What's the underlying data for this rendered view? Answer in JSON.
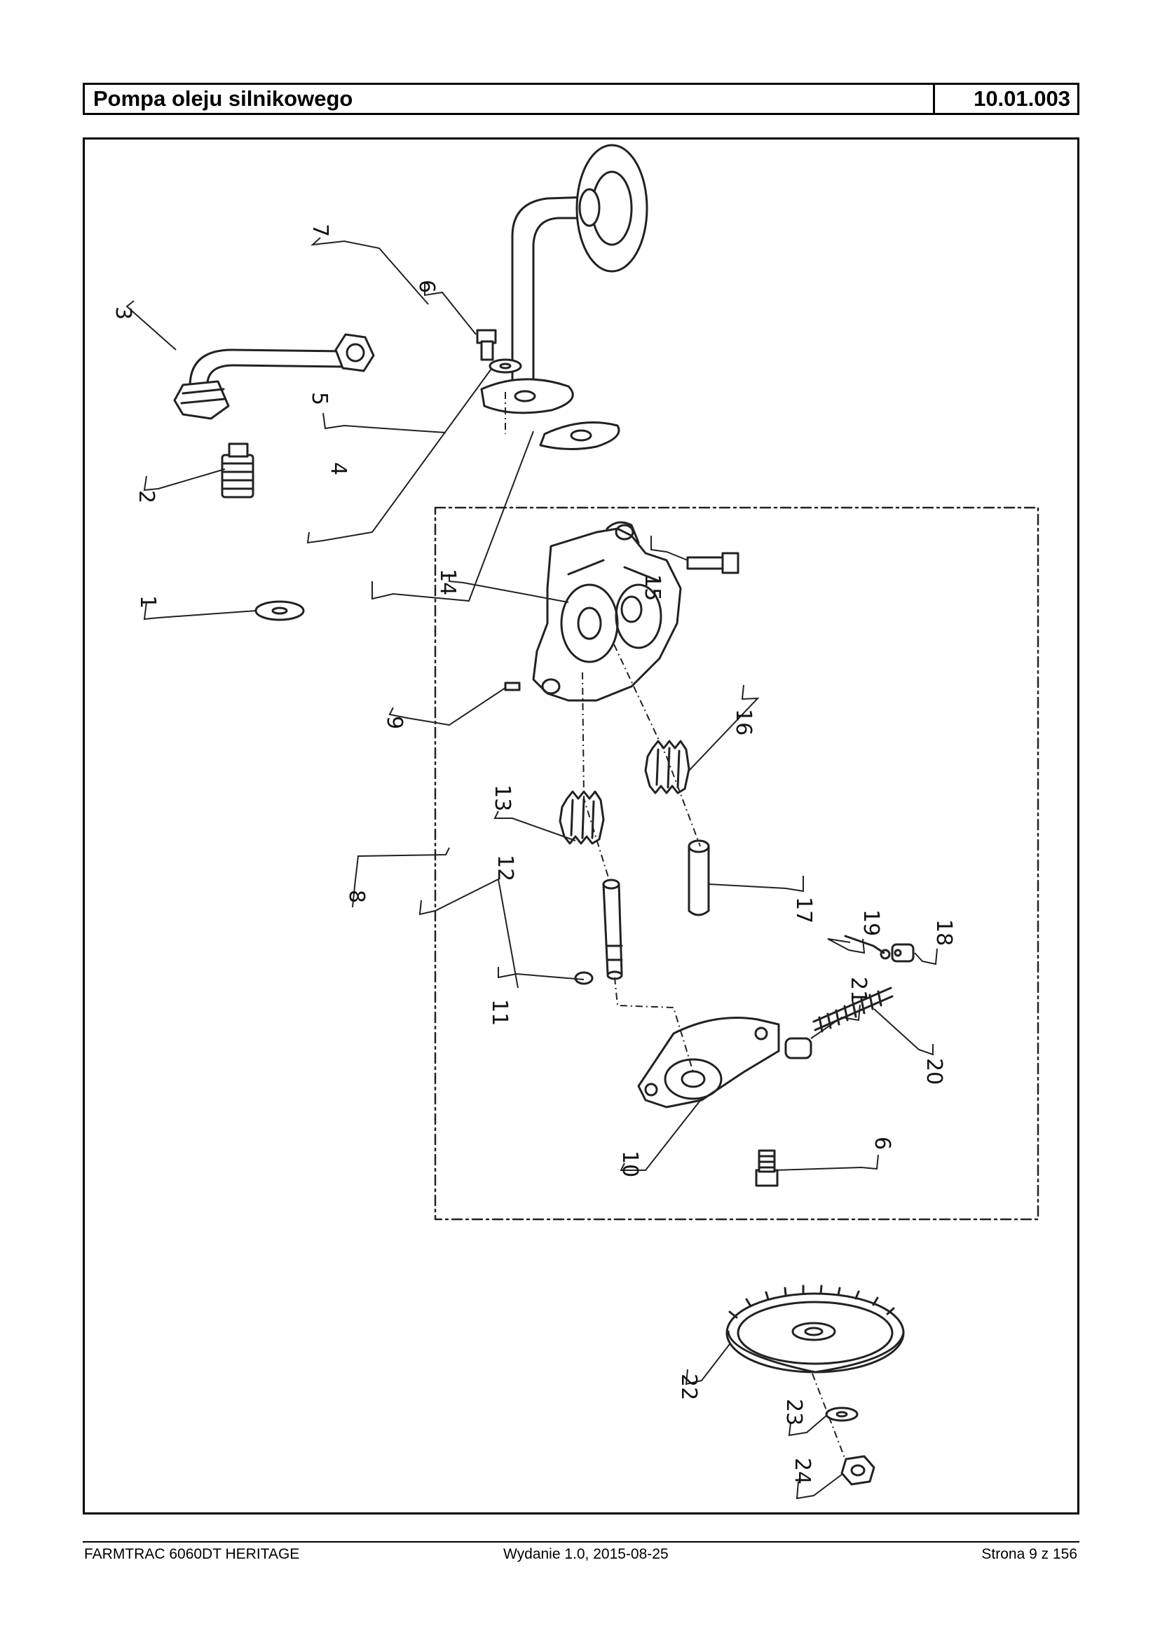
{
  "header": {
    "title": "Pompa oleju silnikowego",
    "code": "10.01.003"
  },
  "figure": {
    "callouts": [
      "1",
      "2",
      "3",
      "4",
      "5",
      "6",
      "7",
      "8",
      "9",
      "10",
      "11",
      "12",
      "13",
      "14",
      "15",
      "16",
      "17",
      "18",
      "19",
      "20",
      "21",
      "22",
      "23",
      "24",
      "6"
    ]
  },
  "footer": {
    "left": "FARMTRAC 6060DT HERITAGE",
    "center": "Wydanie 1.0,  2015-08-25",
    "right": "Strona 9 z 156"
  }
}
